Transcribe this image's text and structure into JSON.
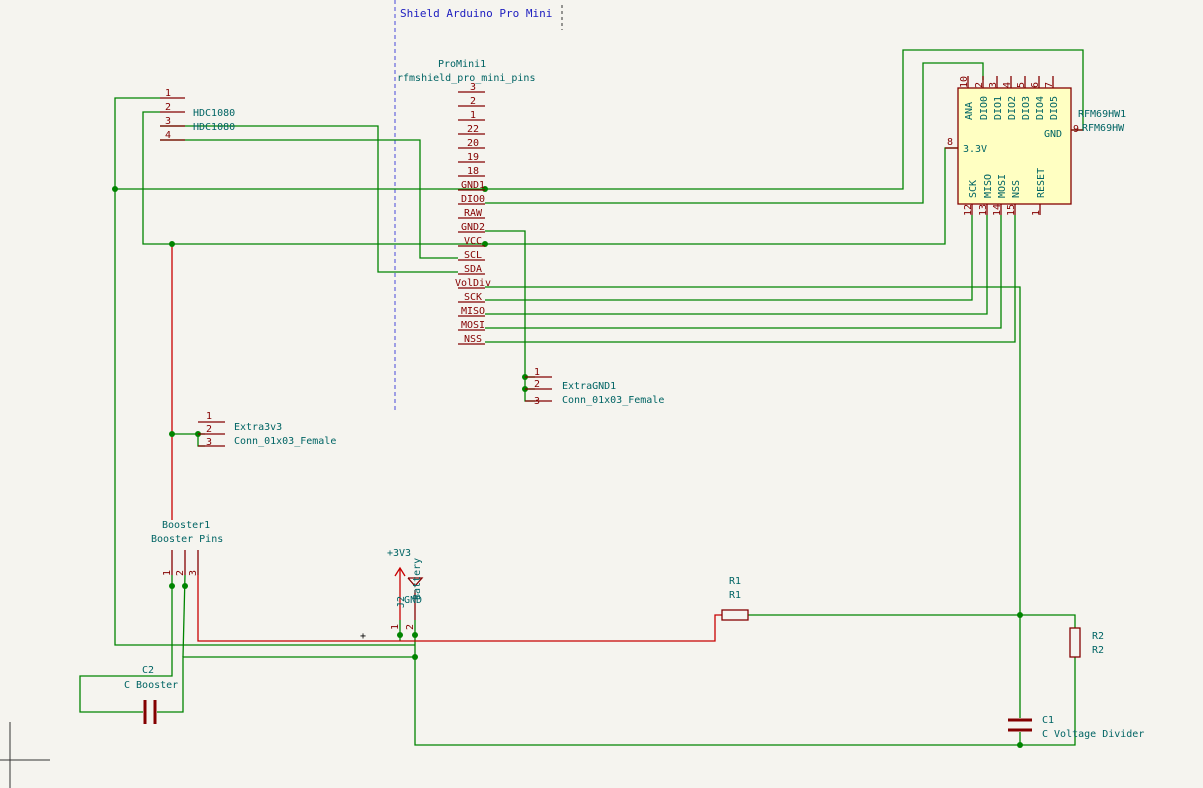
{
  "sheet": {
    "title": "Shield Arduino Pro Mini"
  },
  "promini": {
    "ref": "ProMini1",
    "value": "rfmshield_pro_mini_pins",
    "pins": [
      "3",
      "2",
      "1",
      "22",
      "20",
      "19",
      "18",
      "GND1",
      "DIO0",
      "RAW",
      "GND2",
      "VCC",
      "SCL",
      "SDA",
      "VolDiv",
      "SCK",
      "MISO",
      "MOSI",
      "NSS"
    ]
  },
  "hdc": {
    "ref": "HDC1080",
    "value": "HDC1080",
    "pins": [
      "1",
      "2",
      "3",
      "4"
    ]
  },
  "rfm": {
    "ref": "RFM69HW1",
    "value": "RFM69HW",
    "top_pins": [
      {
        "num": "10",
        "name": "ANA"
      },
      {
        "num": "2",
        "name": "DIO0"
      },
      {
        "num": "3",
        "name": "DIO1"
      },
      {
        "num": "4",
        "name": "DIO2"
      },
      {
        "num": "5",
        "name": "DIO3"
      },
      {
        "num": "6",
        "name": "DIO4"
      },
      {
        "num": "7",
        "name": "DIO5"
      }
    ],
    "bottom_pins": [
      {
        "num": "12",
        "name": "SCK"
      },
      {
        "num": "13",
        "name": "MISO"
      },
      {
        "num": "14",
        "name": "MOSI"
      },
      {
        "num": "15",
        "name": "NSS"
      },
      {
        "num": "1",
        "name": "RESET"
      }
    ],
    "left_pin": {
      "num": "8",
      "name": "3.3V"
    },
    "right_pin": {
      "num": "9",
      "name": "GND"
    }
  },
  "extragnd": {
    "ref": "ExtraGND1",
    "value": "Conn_01x03_Female",
    "pins": [
      "1",
      "2",
      "3"
    ]
  },
  "extra3v3": {
    "ref": "Extra3v3",
    "value": "Conn_01x03_Female",
    "pins": [
      "1",
      "2",
      "3"
    ]
  },
  "booster": {
    "ref": "Booster1",
    "value": "Booster Pins",
    "pins": [
      "1",
      "2",
      "3"
    ]
  },
  "battery": {
    "ref": "J2",
    "value": "Battery",
    "pins": [
      "1",
      "2"
    ],
    "plus": "+"
  },
  "power": {
    "v33": "+3V3",
    "gnd": "GND"
  },
  "r1": {
    "ref": "R1",
    "value": "R1"
  },
  "r2": {
    "ref": "R2",
    "value": "R2"
  },
  "c1": {
    "ref": "C1",
    "value": "C Voltage Divider"
  },
  "c2": {
    "ref": "C2",
    "value": "C Booster"
  },
  "colors": {
    "wire": "#008400",
    "power_wire": "#c80000",
    "pin": "#840000",
    "ref_text": "#006464",
    "sheet_border": "#4848d8",
    "background": "#f5f4ef",
    "ic_fill": "#ffffc2"
  }
}
